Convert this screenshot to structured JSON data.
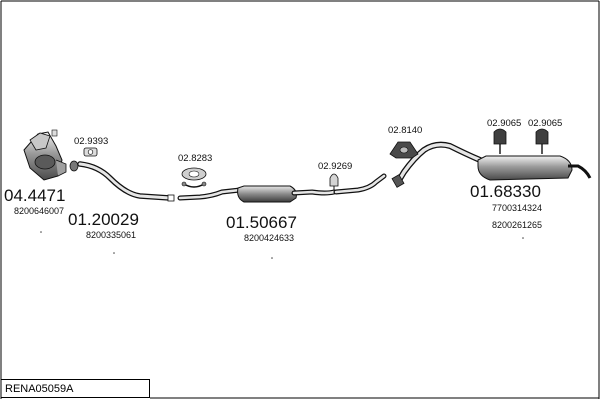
{
  "reference": "RENA05059A",
  "parts": [
    {
      "id": "catalyst",
      "code": "04.4471",
      "oe": [
        "8200646007"
      ]
    },
    {
      "id": "front-pipe",
      "code": "01.20029",
      "oe": [
        "8200335061"
      ]
    },
    {
      "id": "middle-silencer",
      "code": "01.50667",
      "oe": [
        "8200424633"
      ]
    },
    {
      "id": "rear-silencer",
      "code": "01.68330",
      "oe": [
        "7700314324",
        "8200261265"
      ]
    }
  ],
  "accessories": [
    {
      "id": "seal-9393",
      "code": "02.9393"
    },
    {
      "id": "clamp-8283",
      "code": "02.8283"
    },
    {
      "id": "clamp-9269",
      "code": "02.9269"
    },
    {
      "id": "mount-8140",
      "code": "02.8140"
    },
    {
      "id": "hanger-9065-a",
      "code": "02.9065"
    },
    {
      "id": "hanger-9065-b",
      "code": "02.9065"
    }
  ],
  "colors": {
    "line": "#111111",
    "shade": "#6e6e6e",
    "light": "#d8d8d8",
    "dark": "#3a3a3a"
  }
}
